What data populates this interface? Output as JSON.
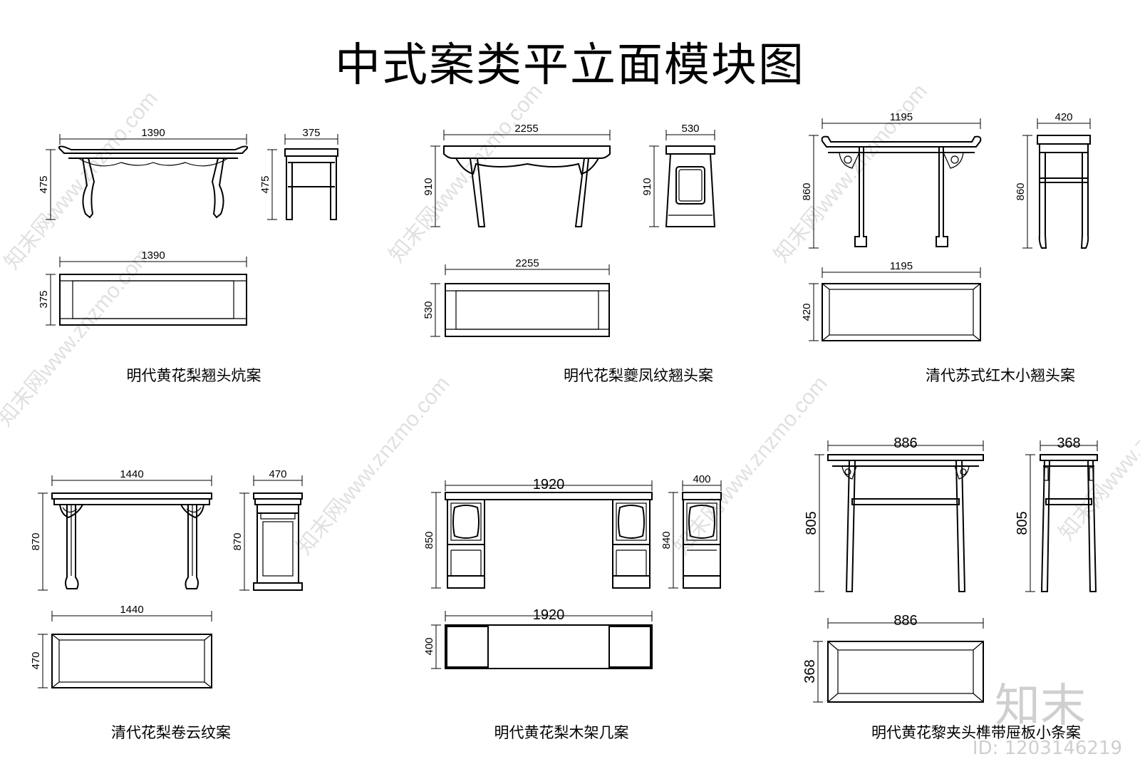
{
  "title": "中式案类平立面模块图",
  "watermark": "知末网www.znzmo.com",
  "logo": "知末",
  "image_id": "ID: 1203146219",
  "items": [
    {
      "caption": "明代黄花梨翘头炕案",
      "front_w": "1390",
      "front_h": "475",
      "side_w": "375",
      "side_h": "475",
      "plan_w": "1390",
      "plan_h": "375"
    },
    {
      "caption": "明代花梨夔凤纹翘头案",
      "front_w": "2255",
      "front_h": "910",
      "side_w": "530",
      "side_h": "910",
      "plan_w": "2255",
      "plan_h": "530"
    },
    {
      "caption": "清代苏式红木小翘头案",
      "front_w": "1195",
      "front_h": "860",
      "side_w": "420",
      "side_h": "860",
      "plan_w": "1195",
      "plan_h": "420"
    },
    {
      "caption": "清代花梨卷云纹案",
      "front_w": "1440",
      "front_h": "870",
      "side_w": "470",
      "side_h": "870",
      "plan_w": "1440",
      "plan_h": "470"
    },
    {
      "caption": "明代黄花梨木架几案",
      "front_w": "1920",
      "front_h": "850",
      "side_w": "400",
      "side_h": "840",
      "plan_w": "1920",
      "plan_h": "400"
    },
    {
      "caption": "明代黄花黎夹头榫带屉板小条案",
      "front_w": "886",
      "front_h": "805",
      "side_w": "368",
      "side_h": "805",
      "plan_w": "886",
      "plan_h": "368"
    }
  ]
}
